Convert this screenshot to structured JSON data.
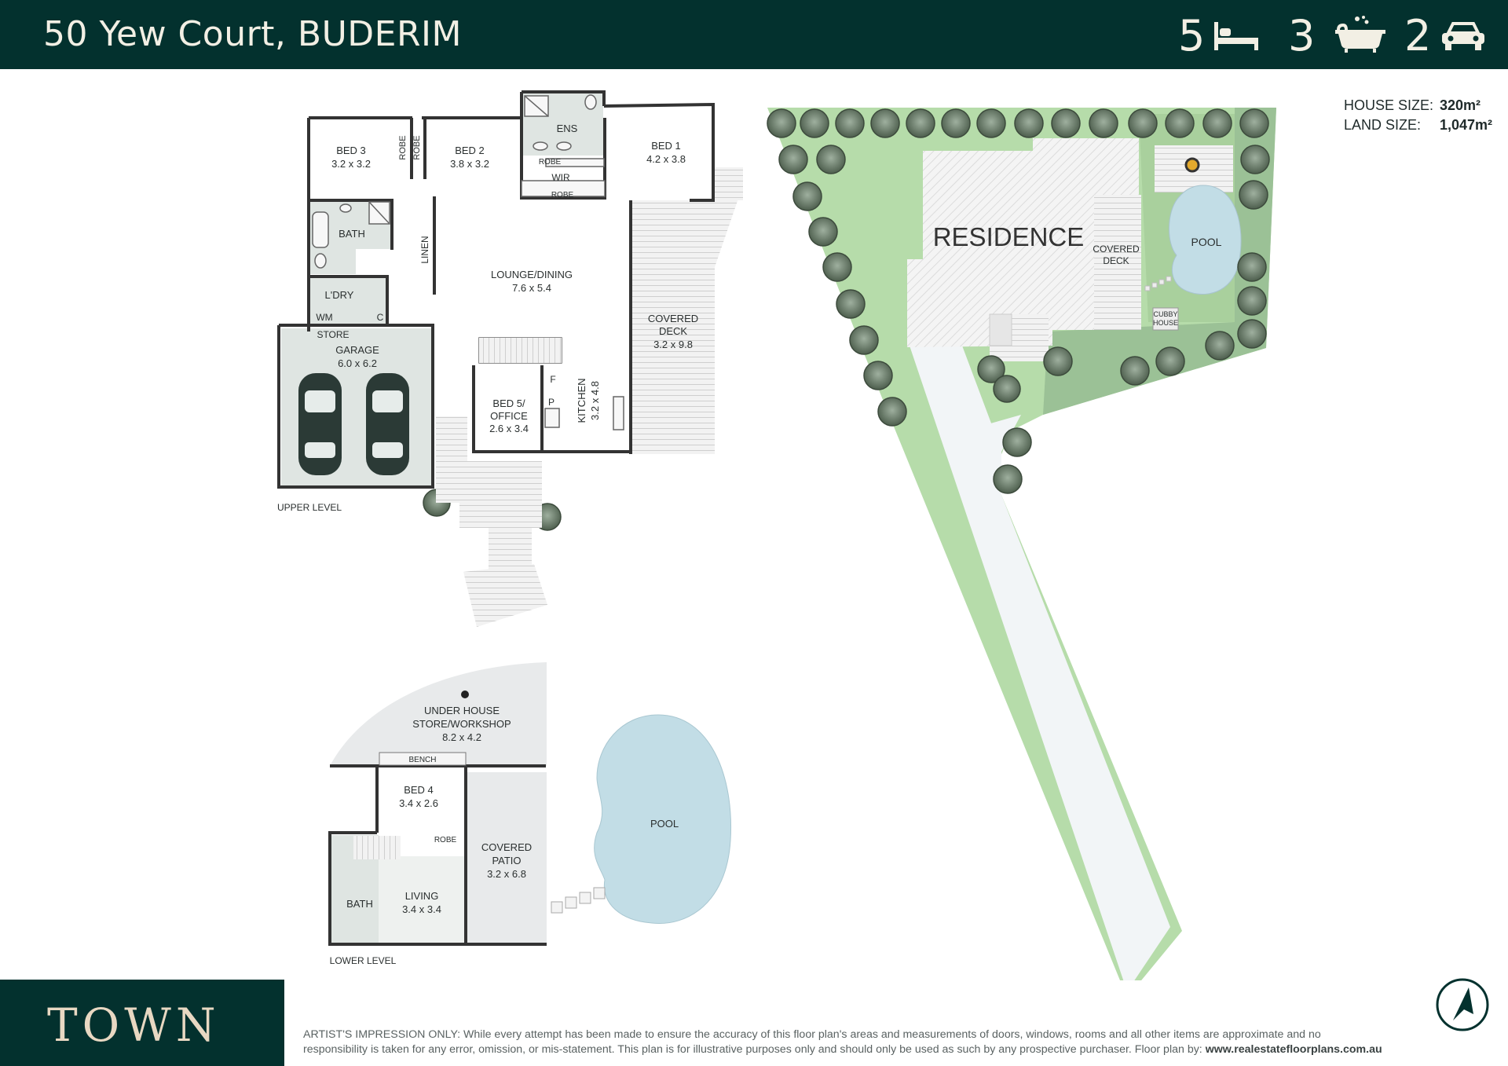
{
  "header": {
    "address": "50 Yew Court, BUDERIM",
    "bedrooms": "5",
    "bathrooms": "3",
    "car_spaces": "2",
    "icons": [
      "bed-icon",
      "bathtub-icon",
      "car-icon"
    ]
  },
  "sizes": {
    "house_label": "HOUSE SIZE:",
    "house_value": "320m²",
    "land_label": "LAND SIZE:",
    "land_value": "1,047m²"
  },
  "upper_level": {
    "label": "UPPER LEVEL",
    "rooms": {
      "bed3": {
        "name": "BED 3",
        "dims": "3.2 x 3.2"
      },
      "robe_a": "ROBE",
      "robe_b": "ROBE",
      "bed2": {
        "name": "BED 2",
        "dims": "3.8 x 3.2"
      },
      "ens": "ENS",
      "robe_c": "ROBE",
      "wir": "WIR",
      "robe_d": "ROBE",
      "bed1": {
        "name": "BED 1",
        "dims": "4.2 x 3.8"
      },
      "bath": "BATH",
      "linen": "LINEN",
      "lounge": {
        "name": "LOUNGE/DINING",
        "dims": "7.6 x 5.4"
      },
      "laundry": "L'DRY",
      "wm": "WM",
      "c": "C",
      "store": "STORE",
      "garage": {
        "name": "GARAGE",
        "dims": "6.0 x 6.2"
      },
      "covered_deck": {
        "name1": "COVERED",
        "name2": "DECK",
        "dims": "3.2 x 9.8"
      },
      "bed5": {
        "name1": "BED 5/",
        "name2": "OFFICE",
        "dims": "2.6 x 3.4"
      },
      "f": "F",
      "p": "P",
      "kitchen": {
        "name": "KITCHEN",
        "dims": "3.2 x 4.8"
      }
    }
  },
  "lower_level": {
    "label": "LOWER LEVEL",
    "rooms": {
      "store": {
        "name1": "UNDER HOUSE",
        "name2": "STORE/WORKSHOP",
        "dims": "8.2 x 4.2"
      },
      "bench": "BENCH",
      "bed4": {
        "name": "BED 4",
        "dims": "3.4 x 2.6"
      },
      "robe": "ROBE",
      "patio": {
        "name1": "COVERED",
        "name2": "PATIO",
        "dims": "3.2 x 6.8"
      },
      "bath": "BATH",
      "living": {
        "name": "LIVING",
        "dims": "3.4 x 3.4"
      },
      "pool": "POOL"
    }
  },
  "site": {
    "residence": "RESIDENCE",
    "covered_deck_1": "COVERED",
    "covered_deck_2": "DECK",
    "pool": "POOL",
    "cubby_1": "CUBBY",
    "cubby_2": "HOUSE"
  },
  "footer": {
    "logo": "TOWN",
    "disclaimer_line1": "ARTIST'S IMPRESSION ONLY: While every attempt has been made to ensure the accuracy of this floor plan's areas and measurements of doors, windows, rooms and all other items are approximate and no",
    "disclaimer_line2": "responsibility is taken for any error, omission, or mis-statement. This plan is for illustrative purposes only and should only be used as such by any prospective purchaser. Floor plan by: ",
    "disclaimer_link": "www.realestatefloorplans.com.au",
    "compass_icon": "north-arrow-icon"
  },
  "colors": {
    "header_bg": "#03312e",
    "header_text": "#f2efe4",
    "logo_text": "#e8d8c2",
    "lawn": "#b6dcaa",
    "tree": "#6a7b6a",
    "pool": "#c2dde6",
    "driveway": "#f2f5f7"
  }
}
